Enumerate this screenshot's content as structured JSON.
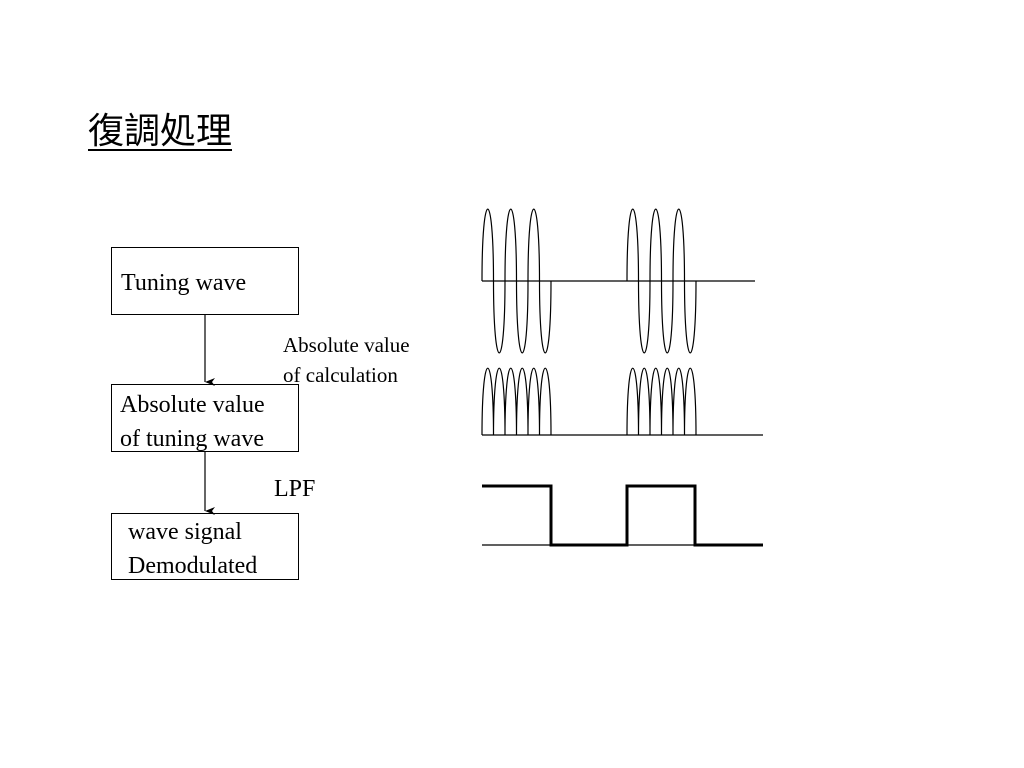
{
  "title": "復調処理",
  "blocks": {
    "tuning_wave": {
      "lines": [
        "Tuning wave"
      ]
    },
    "absolute_value": {
      "lines": [
        "Absolute value",
        "of tuning wave"
      ]
    },
    "demodulated": {
      "lines": [
        "wave signal",
        "Demodulated"
      ]
    }
  },
  "labels": {
    "absolute_calc": [
      "Absolute value",
      "of  calculation"
    ],
    "lpf": "LPF"
  },
  "waveforms": {
    "bursts": 2,
    "cycles_per_burst": 3,
    "rectified_lobes_per_burst": 6,
    "demodulated_levels": [
      "high",
      "low",
      "high",
      "low"
    ]
  },
  "colors": {
    "stroke": "#000000",
    "background": "#ffffff"
  }
}
